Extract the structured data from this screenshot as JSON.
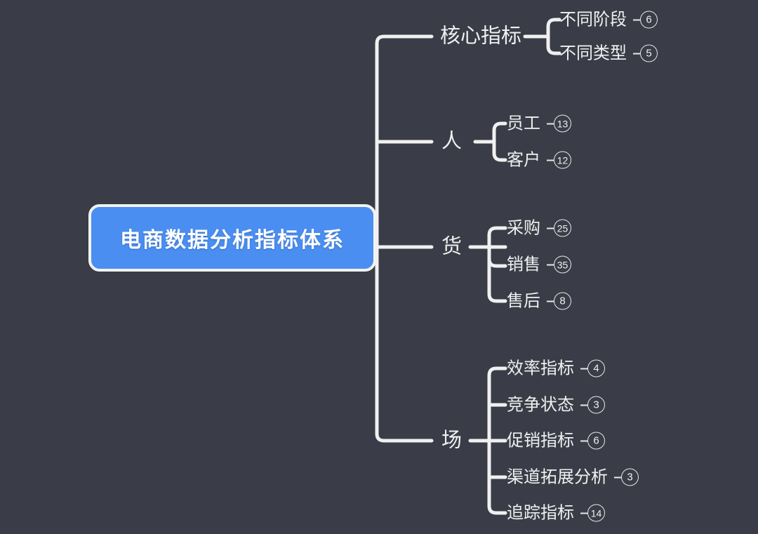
{
  "canvas": {
    "background_color": "#3a3d47",
    "connector_color": "#f0f0f0",
    "text_color": "#f0f0f0"
  },
  "root": {
    "label": "电商数据分析指标体系",
    "fill_color": "#4a8ef2",
    "border_color": "#f2f2f2",
    "text_color": "#ffffff"
  },
  "branches": [
    {
      "label": "核心指标",
      "children": [
        {
          "label": "不同阶段",
          "count": "6"
        },
        {
          "label": "不同类型",
          "count": "5"
        }
      ]
    },
    {
      "label": "人",
      "children": [
        {
          "label": "员工",
          "count": "13"
        },
        {
          "label": "客户",
          "count": "12"
        }
      ]
    },
    {
      "label": "货",
      "children": [
        {
          "label": "采购",
          "count": "25"
        },
        {
          "label": "销售",
          "count": "35"
        },
        {
          "label": "售后",
          "count": "8"
        }
      ]
    },
    {
      "label": "场",
      "children": [
        {
          "label": "效率指标",
          "count": "4"
        },
        {
          "label": "竞争状态",
          "count": "3"
        },
        {
          "label": "促销指标",
          "count": "6"
        },
        {
          "label": "渠道拓展分析",
          "count": "3"
        },
        {
          "label": "追踪指标",
          "count": "14"
        }
      ]
    }
  ]
}
